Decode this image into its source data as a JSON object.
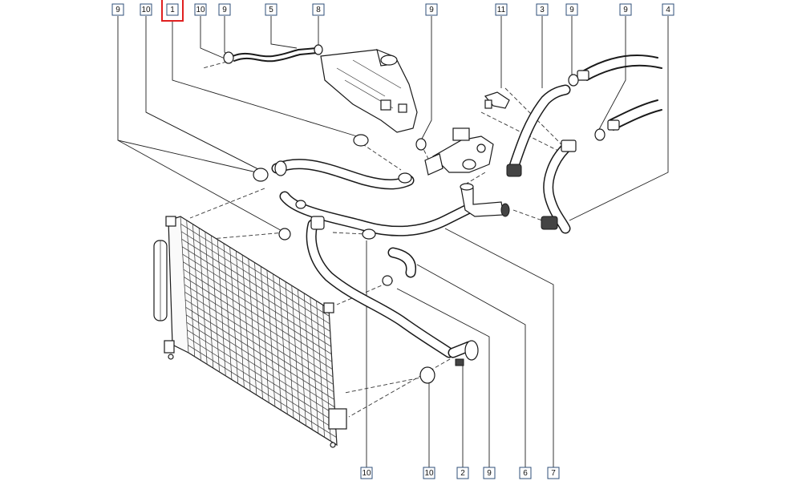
{
  "highlight_color": "#e02020",
  "callout_color": "#2f4f78",
  "callouts_top": [
    "9",
    "10",
    "1",
    "10",
    "9",
    "5",
    "8",
    "9",
    "11",
    "3",
    "9",
    "9",
    "4"
  ],
  "callouts_bottom": [
    "10",
    "10",
    "2",
    "9",
    "6",
    "7"
  ],
  "highlighted_part": "1"
}
